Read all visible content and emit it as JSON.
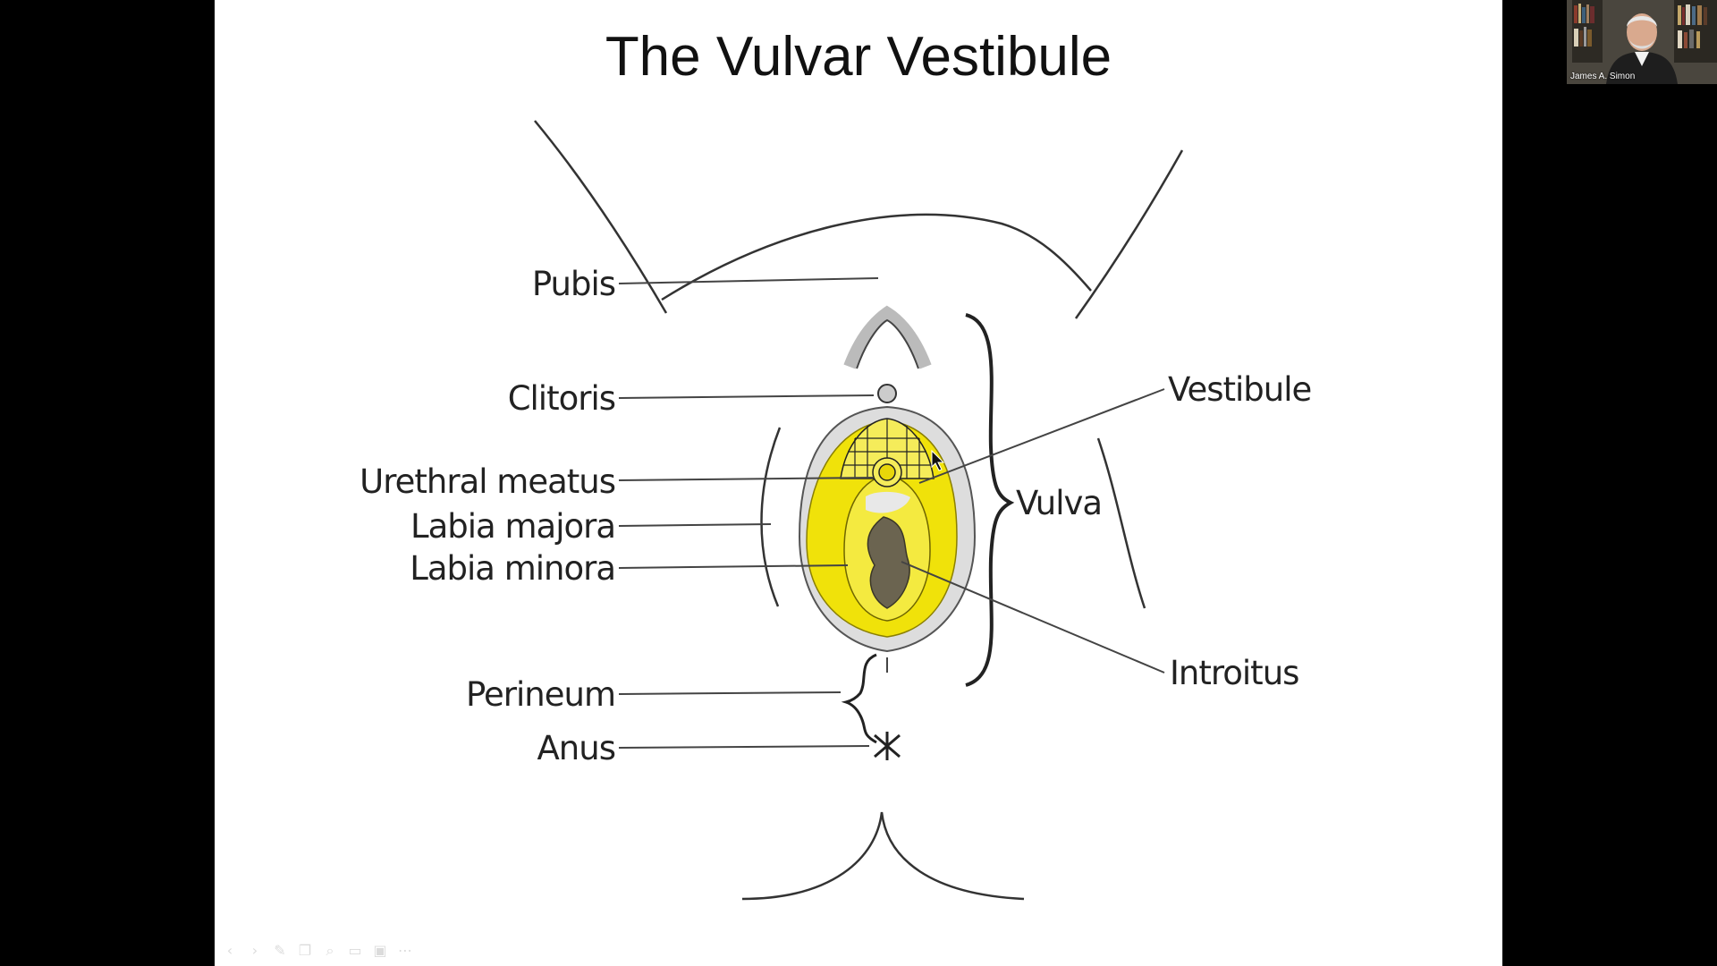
{
  "slide": {
    "title": "The Vulvar Vestibule"
  },
  "labels": {
    "pubis": "Pubis",
    "clitoris": "Clitoris",
    "urethral_meatus": "Urethral meatus",
    "labia_majora": "Labia majora",
    "labia_minora": "Labia minora",
    "perineum": "Perineum",
    "anus": "Anus",
    "vestibule": "Vestibule",
    "vulva": "Vulva",
    "introitus": "Introitus"
  },
  "webcam": {
    "participant_name": "James A. Simon"
  },
  "colors": {
    "highlight": "#f0e20a",
    "line": "#333333",
    "background": "#000000",
    "slide": "#ffffff"
  },
  "toolbar": {
    "icons": [
      "prev-icon",
      "next-icon",
      "pen-icon",
      "copy-icon",
      "search-icon",
      "screen-icon",
      "camera-icon",
      "more-icon"
    ]
  }
}
